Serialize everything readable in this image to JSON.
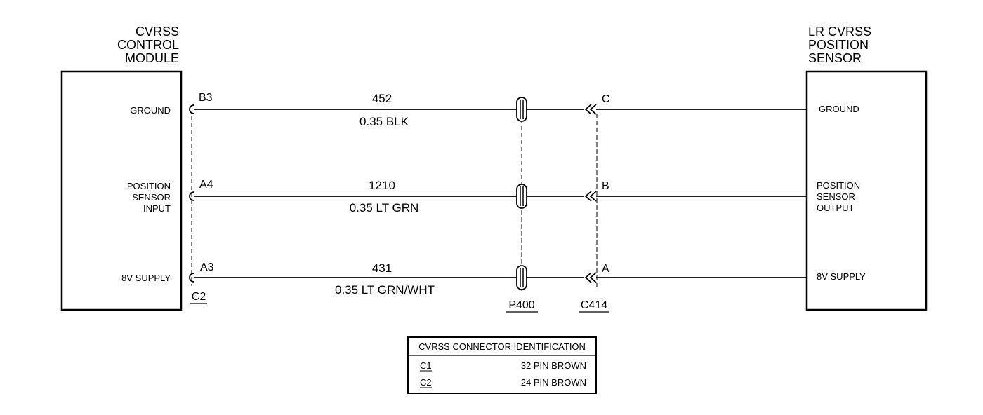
{
  "left_component": {
    "title_lines": [
      "CVRSS",
      "CONTROL",
      "MODULE"
    ],
    "pin_labels": {
      "ground": [
        "GROUND"
      ],
      "position": [
        "POSITION",
        "SENSOR",
        "INPUT"
      ],
      "supply": [
        "8V SUPPLY"
      ]
    },
    "connector": "C2"
  },
  "right_component": {
    "title_lines": [
      "LR CVRSS",
      "POSITION",
      "SENSOR"
    ],
    "pin_labels": {
      "ground": [
        "GROUND"
      ],
      "position": [
        "POSITION",
        "SENSOR",
        "OUTPUT"
      ],
      "supply": [
        "8V SUPPLY"
      ]
    }
  },
  "wires": [
    {
      "left_pin": "B3",
      "circuit": "452",
      "wire": "0.35 BLK",
      "right_pin": "C"
    },
    {
      "left_pin": "A4",
      "circuit": "1210",
      "wire": "0.35 LT GRN",
      "right_pin": "B"
    },
    {
      "left_pin": "A3",
      "circuit": "431",
      "wire": "0.35 LT GRN/WHT",
      "right_pin": "A"
    }
  ],
  "inline_connectors": {
    "splice": "P400",
    "harness": "C414"
  },
  "connector_table": {
    "title": "CVRSS CONNECTOR IDENTIFICATION",
    "rows": [
      {
        "id": "C1",
        "desc": "32 PIN BROWN"
      },
      {
        "id": "C2",
        "desc": "24 PIN BROWN"
      }
    ]
  },
  "colors": {
    "line": "#000000",
    "background": "#ffffff"
  }
}
